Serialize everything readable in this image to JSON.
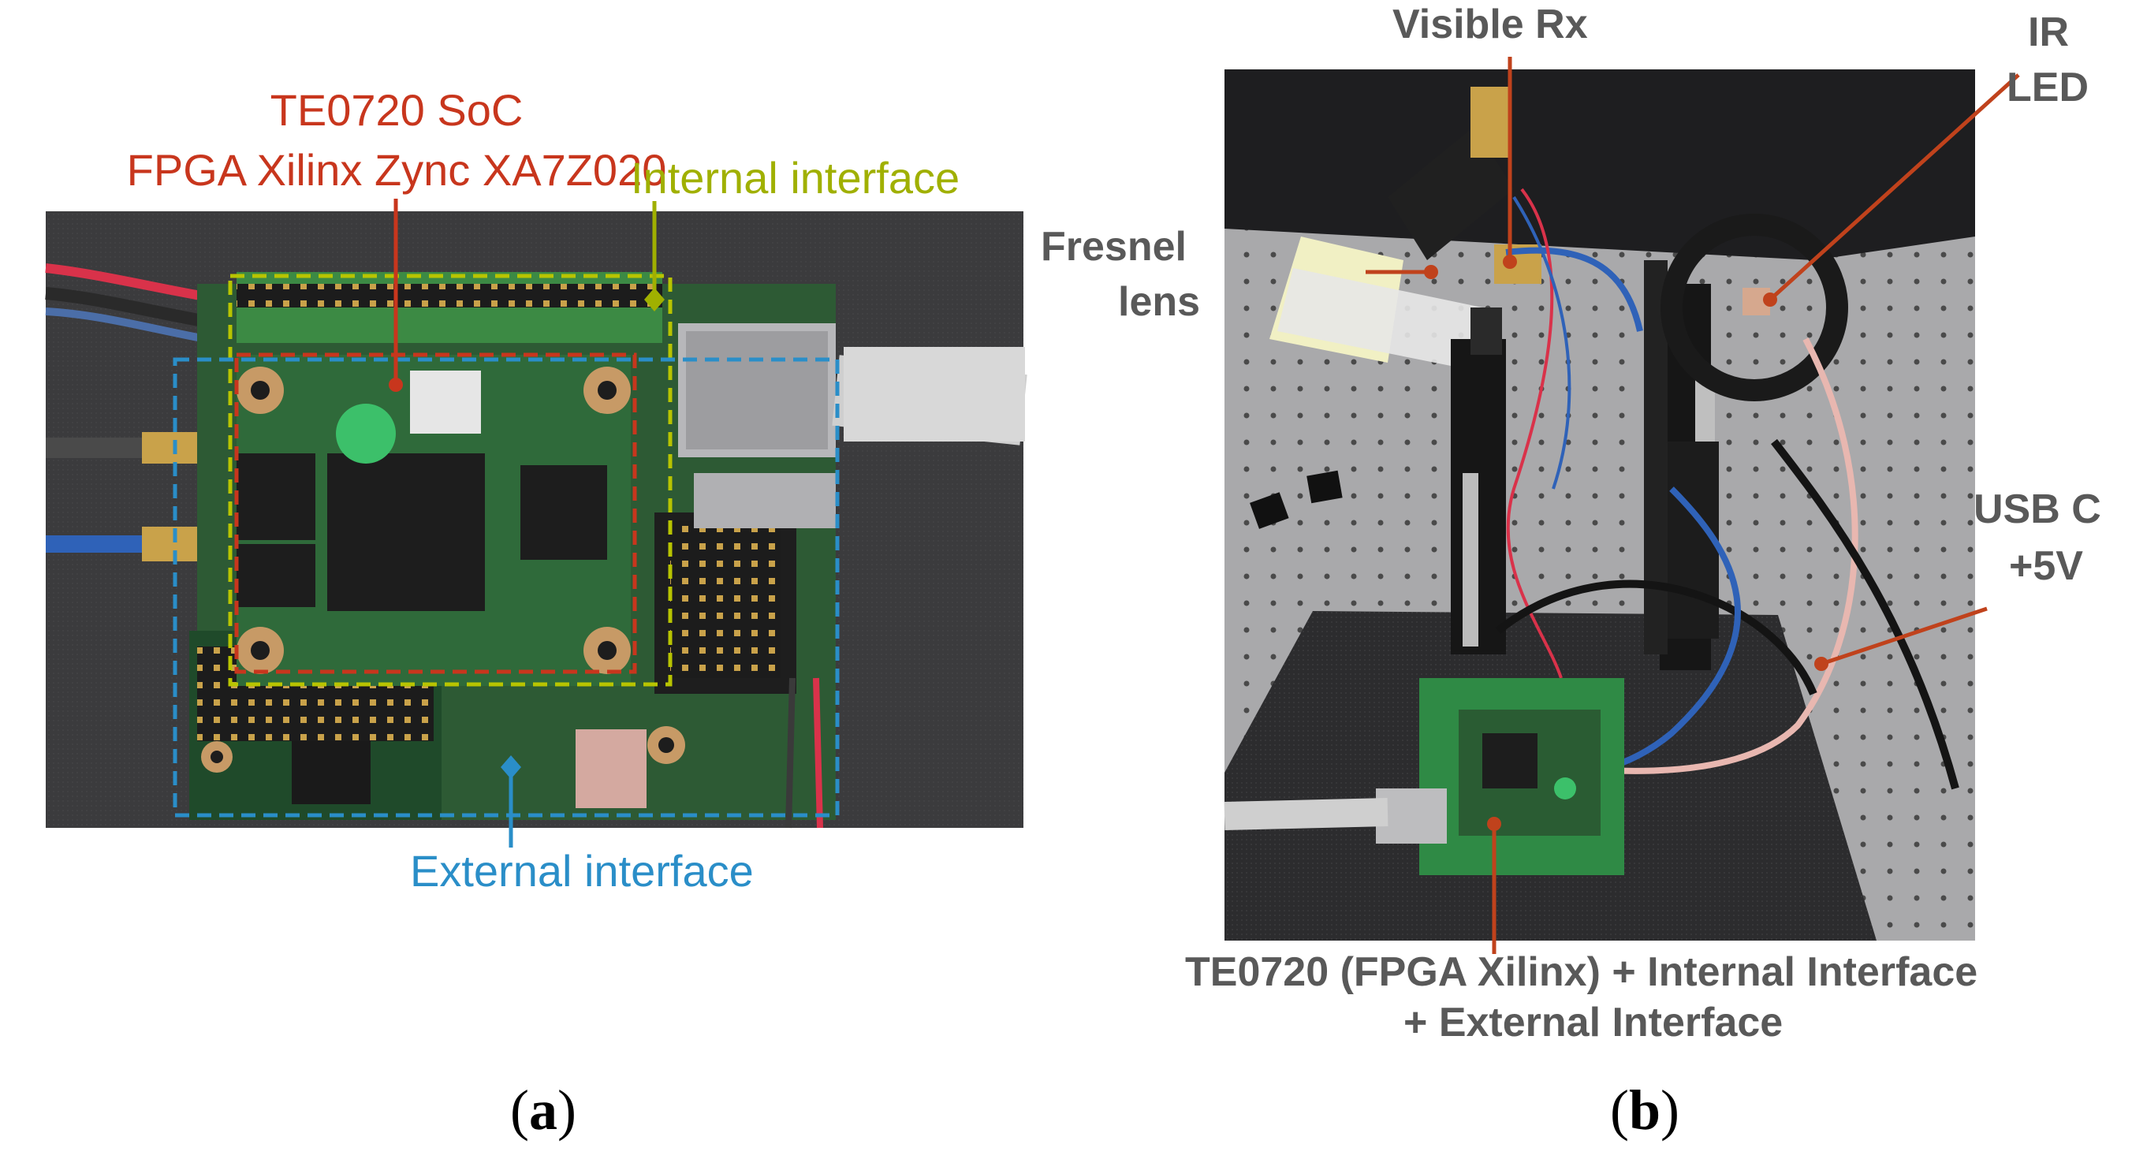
{
  "panel_a": {
    "soc_label_line1": "TE0720 SoC",
    "soc_label_line2": "FPGA Xilinx Zync XA7Z020",
    "internal_label": "Internal interface",
    "external_label": "External interface",
    "caption_open": "(",
    "caption_letter": "a",
    "caption_close": ")",
    "colors": {
      "soc": "#c8361d",
      "internal": "#a0b000",
      "external": "#2a8ec8"
    }
  },
  "panel_b": {
    "visible_rx": "Visible Rx",
    "ir_led_line1": "IR",
    "ir_led_line2": "LED",
    "fresnel_line1": "Fresnel",
    "fresnel_line2": "lens",
    "usb_line1": "USB C",
    "usb_line2": "+5V",
    "bottom_line1": "TE0720 (FPGA Xilinx) + Internal Interface",
    "bottom_line2": "+ External Interface",
    "caption_open": "(",
    "caption_letter": "b",
    "caption_close": ")",
    "colors": {
      "arrow": "#c0421c",
      "label": "#595959"
    }
  }
}
